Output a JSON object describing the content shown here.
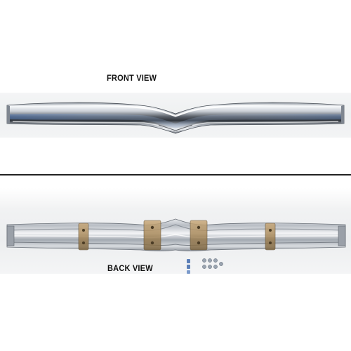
{
  "labels": {
    "front": "FRONT VIEW",
    "back": "BACK VIEW"
  },
  "colors": {
    "background": "#ffffff",
    "divider": "#222222",
    "chrome_light": "#f6f8fa",
    "chrome_mid": "#b8bec6",
    "chrome_dark": "#3a3f47",
    "chrome_blue": "#5e86c4"
  },
  "objects": {
    "front": "chrome-bumper-front",
    "back": "chrome-bumper-back",
    "hardware": "mounting-hardware"
  }
}
